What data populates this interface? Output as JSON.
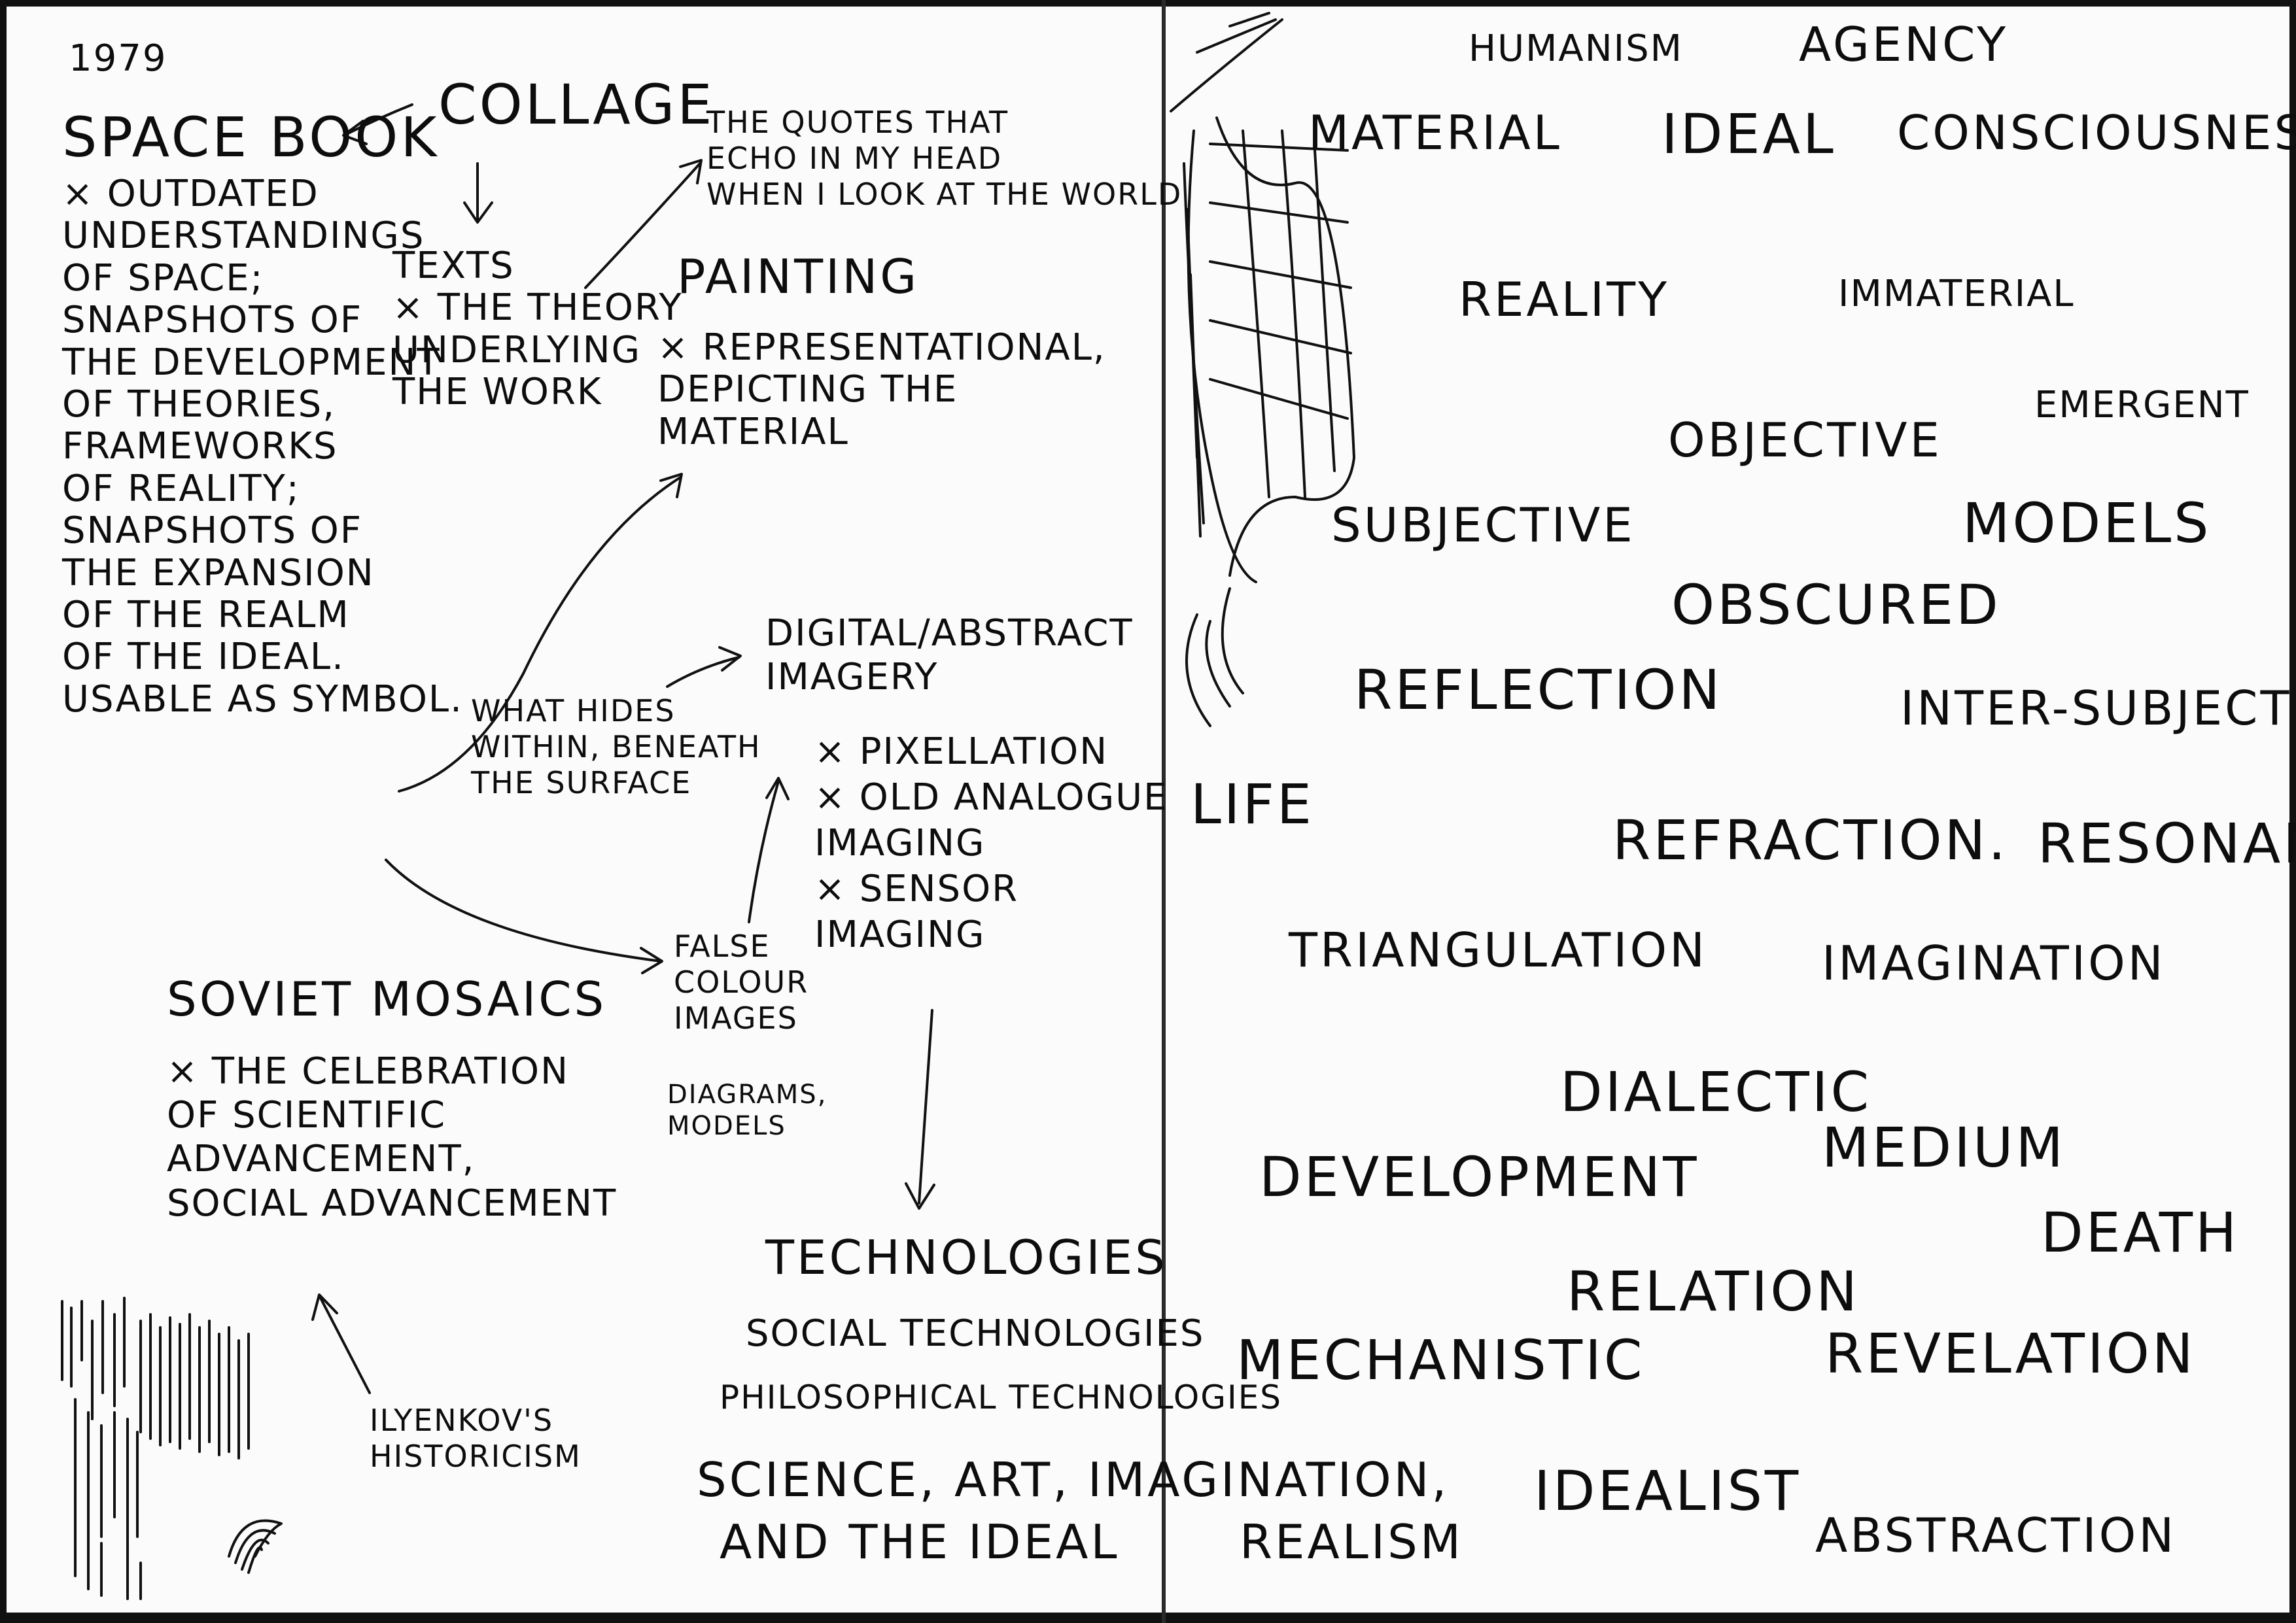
{
  "left_page": {
    "year": "1979",
    "space_book": {
      "title": "SPACE BOOK",
      "notes": "× OUTDATED\nUNDERSTANDINGS\nOF SPACE;\nSNAPSHOTS OF\nTHE DEVELOPMENT\nOF THEORIES,\nFRAMEWORKS\nOF REALITY;\nSNAPSHOTS OF\nTHE EXPANSION\nOF THE REALM\nOF THE IDEAL.\nUSABLE AS SYMBOL."
    },
    "collage": "COLLAGE",
    "texts": "TEXTS\n× THE THEORY\nUNDERLYING\nTHE WORK",
    "quotes": "THE QUOTES THAT\nECHO IN MY HEAD\nWHEN I LOOK AT THE WORLD",
    "painting": {
      "title": "PAINTING",
      "notes": "× REPRESENTATIONAL,\nDEPICTING THE\nMATERIAL"
    },
    "hides": "WHAT HIDES\nWITHIN, BENEATH\nTHE SURFACE",
    "digital": {
      "title": "DIGITAL/ABSTRACT\nIMAGERY",
      "items": "× PIXELLATION\n× OLD ANALOGUE\nIMAGING\n× SENSOR\nIMAGING"
    },
    "false_colour": "FALSE\nCOLOUR\nIMAGES",
    "diagrams": "DIAGRAMS,\nMODELS",
    "soviet": {
      "title": "SOVIET MOSAICS",
      "notes": "× THE CELEBRATION\nOF SCIENTIFIC\nADVANCEMENT,\nSOCIAL ADVANCEMENT"
    },
    "ilyenkov": "ILYENKOV'S\nHISTORICISM",
    "technologies": {
      "title": "TECHNOLOGIES",
      "social": "SOCIAL TECHNOLOGIES",
      "philosophical": "PHILOSOPHICAL TECHNOLOGIES",
      "science": "SCIENCE, ART, IMAGINATION,",
      "ideal": "AND THE IDEAL"
    }
  },
  "right_page": {
    "words": {
      "humanism": "HUMANISM",
      "agency": "AGENCY",
      "material": "MATERIAL",
      "ideal": "IDEAL",
      "consciousness": "CONSCIOUSNESS",
      "reality": "REALITY",
      "immaterial": "IMMATERIAL",
      "emergent": "EMERGENT",
      "objective": "OBJECTIVE",
      "subjective": "SUBJECTIVE",
      "models": "MODELS",
      "obscured": "OBSCURED",
      "reflection": "REFLECTION",
      "inter_subjective": "INTER-SUBJECTIVE",
      "life": "LIFE",
      "refraction": "REFRACTION.",
      "resonance": "RESONANCE",
      "triangulation": "TRIANGULATION",
      "imagination": "IMAGINATION",
      "dialectic": "DIALECTIC",
      "medium": "MEDIUM",
      "development": "DEVELOPMENT",
      "death": "DEATH",
      "relation": "RELATION",
      "mechanistic": "MECHANISTIC",
      "revelation": "REVELATION",
      "idealist": "IDEALIST",
      "realism": "REALISM",
      "abstraction": "ABSTRACTION"
    }
  }
}
